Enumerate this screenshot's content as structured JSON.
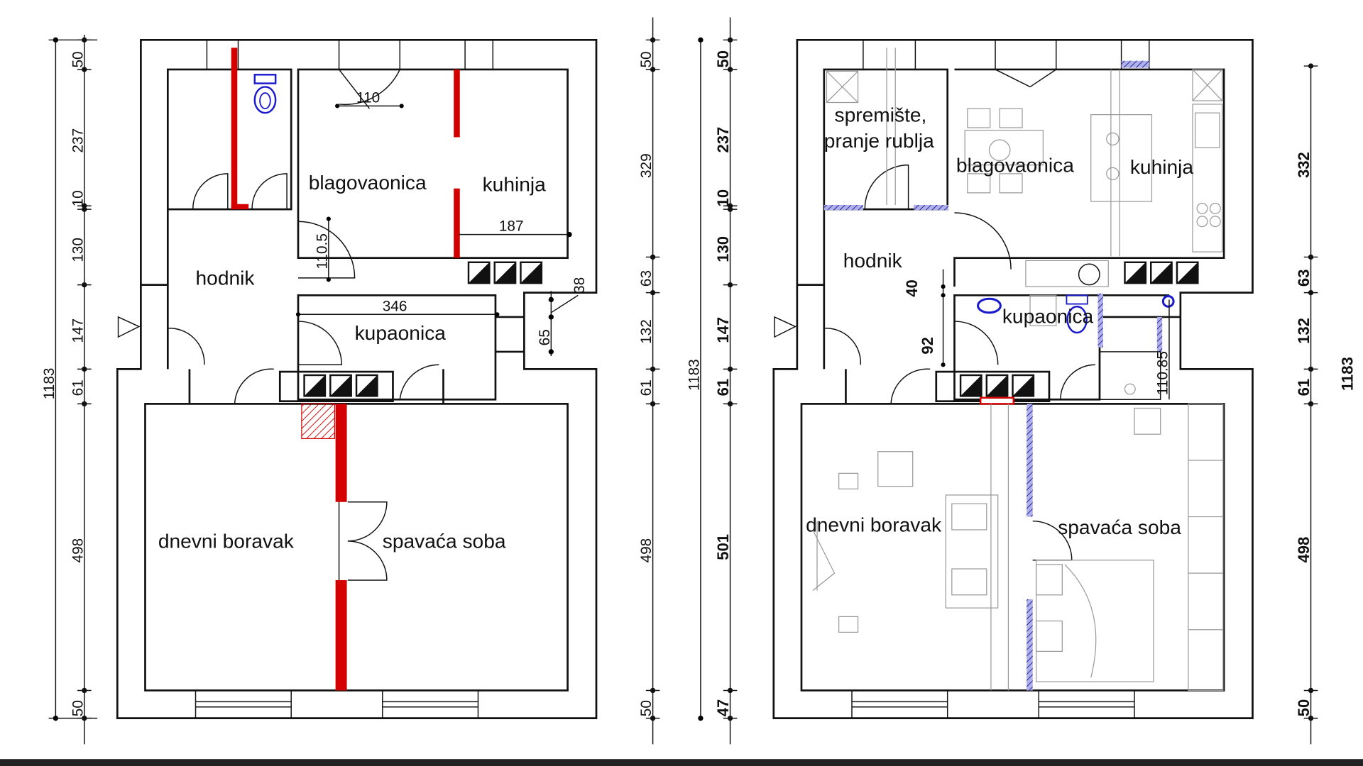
{
  "colors": {
    "new_wall": "#d40000",
    "demolished_hatch": "#d40000",
    "new_partition": "#7b7bd6",
    "sanitary": "#1a1acc"
  },
  "plan_existing": {
    "rooms": {
      "hodnik": "hodnik",
      "blagovaonica": "blagovaonica",
      "kuhinja": "kuhinja",
      "kupaonica": "kupaonica",
      "dnevni": "dnevni boravak",
      "spavaca": "spavaća soba"
    },
    "dims": {
      "d110": "110",
      "d187": "187",
      "d1105": "110.5",
      "d346": "346",
      "d38": "38",
      "d65": "65"
    },
    "chain_left": {
      "total": "1183",
      "segments": [
        "50",
        "237",
        "10",
        "130",
        "147",
        "61",
        "498",
        "50"
      ]
    }
  },
  "chain_middle": {
    "total": "1183",
    "segments": [
      "329",
      "63",
      "132",
      "61",
      "498",
      "50"
    ]
  },
  "plan_new": {
    "rooms": {
      "spremiste1": "spremište,",
      "spremiste2": "pranje rublja",
      "hodnik": "hodnik",
      "blagovaonica": "blagovaonica",
      "kuhinja": "kuhinja",
      "kupaonica": "kupaonica",
      "dnevni": "dnevni boravak",
      "spavaca": "spavaća soba"
    },
    "dims": {
      "d40": "40",
      "d92": "92",
      "d11085": "110.85"
    },
    "chain_left": {
      "segments": [
        "50",
        "237",
        "10",
        "130",
        "147",
        "61",
        "501",
        "47"
      ]
    },
    "chain_right": {
      "total": "1183",
      "segments": [
        "332",
        "63",
        "132",
        "61",
        "498",
        "50"
      ]
    }
  }
}
